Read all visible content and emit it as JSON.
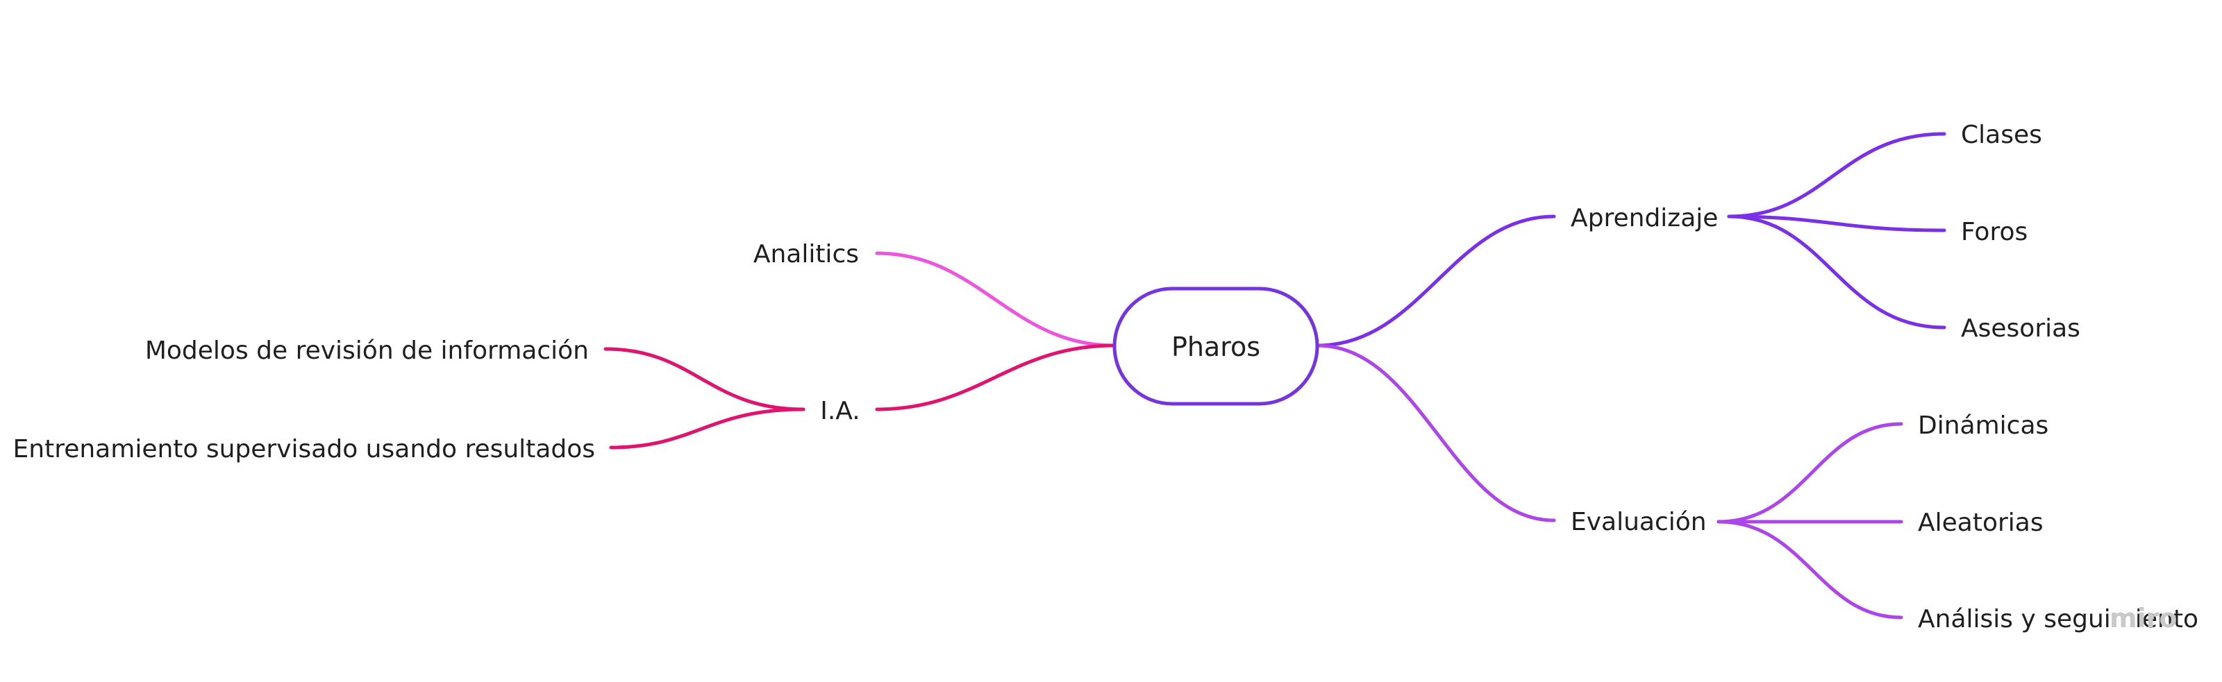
{
  "colors": {
    "root_stroke": "#7434e0",
    "text": "#1f1f1f",
    "analitics": "#ee55dd",
    "ia": "#e0136f",
    "aprendizaje": "#7a30e6",
    "evaluacion": "#ac46ea"
  },
  "root": {
    "label": "Pharos"
  },
  "nodes": {
    "analitics": "Analitics",
    "ia": "I.A.",
    "ia_modelos": "Modelos de  revisión de información",
    "ia_entrenamiento": "Entrenamiento supervisado usando resultados",
    "aprendizaje": "Aprendizaje",
    "aprendizaje_clases": "Clases",
    "aprendizaje_foros": "Foros",
    "aprendizaje_asesorias": "Asesorias",
    "evaluacion": "Evaluación",
    "evaluacion_dinamicas": "Dinámicas",
    "evaluacion_aleatorias": "Aleatorias",
    "evaluacion_analisis": "Análisis y seguimiento"
  },
  "watermark": "miro"
}
